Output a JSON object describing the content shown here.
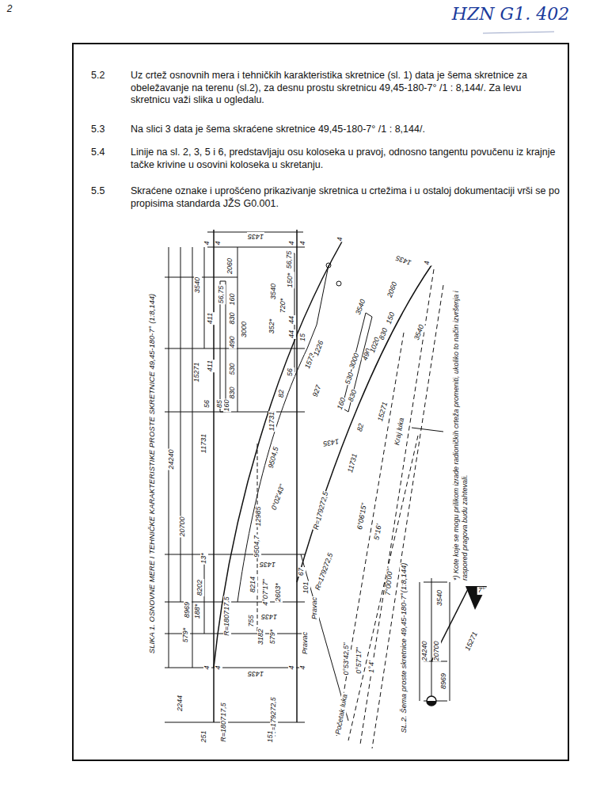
{
  "diagram": {
    "labels": [
      "2",
      "HZN G1. 402",
      "5.2",
      "Uz crtež osnovnih mera i tehničkih karakteristika skretnice (sl. 1) data je šema skretnice za obeležavanje na terenu (sl.2), za desnu prostu skretnicu 49,45-180-7° /1 : 8,144/. Za levu skretnicu važi slika u ogledalu.",
      "5.3",
      "Na slici 3 data je šema skraćene skretnice 49,45-180-7° /1 : 8,144/.",
      "5.4",
      "Linije na sl. 2, 3, 5 i 6, predstavljaju osu koloseka u pravoj, odnosno tangentu povučenu iz krajnje tačke krivine u osovini koloseka u skretanju.",
      "5.5",
      "Skraćene oznake i uprošćeno prikazivanje skretnica u crtežima i u ostaloj dokumentaciji vrši se po propisima standarda JŽS G0.001.",
      "SLIKA 1. OSNOVNE MERE I TEHNIČKE KARAKTERISTIKE PROSTE SKRETNICE 49,45-180-7° (1:8,144)",
      "SL.2. Šema proste skretnice 49,45-180-7°(1:8,144)",
      "*) Kote koje se mogu prilikom izrade radioničkih crteža promeniti, ukoliko to način izvršenja i raspored pragova budu zahtevali.",
      "1435",
      "4",
      "4",
      "4",
      "4",
      "2060",
      "56,75",
      "160",
      "830",
      "3540",
      "56,75",
      "150*",
      "720*",
      "44",
      "352*",
      "44",
      "15",
      "490",
      "3000",
      "411",
      "411",
      "530",
      "830",
      "160",
      "85",
      "56",
      "1573",
      "1226",
      "56",
      "82",
      "11731",
      "927",
      "3540",
      "15271",
      "11731",
      "24240",
      "20700",
      "13*",
      "8202",
      "188*",
      "8969",
      "579*",
      "2244",
      "251",
      "4",
      "4",
      "4",
      "4",
      "1435",
      "R=180717,5",
      "R=180717,5",
      "755",
      "3182",
      "579*",
      "Pravac",
      "Pravac",
      "67",
      "101",
      "R=179272,5",
      "151",
      "Početak luka",
      "R=179272,5",
      "R=179272,5",
      "1435",
      "8214",
      "4°07'17\"",
      "2603*",
      "9504,7",
      "12985",
      "0°02'43\"",
      "9504,5",
      "1435",
      "6°06'15\"",
      "5°16'",
      "7°00'00\"",
      "0°53'42,5\"",
      "0°57'17\"",
      "1°4'",
      "Kraj luka",
      "1435",
      "11731",
      "15271",
      "82",
      "160",
      "830",
      "530",
      "3000",
      "490",
      "1020",
      "830",
      "150",
      "3540",
      "2060",
      "1435",
      "3540",
      "4",
      "4",
      "3540",
      "24240",
      "20700",
      "8969",
      "15271",
      "7°"
    ]
  }
}
